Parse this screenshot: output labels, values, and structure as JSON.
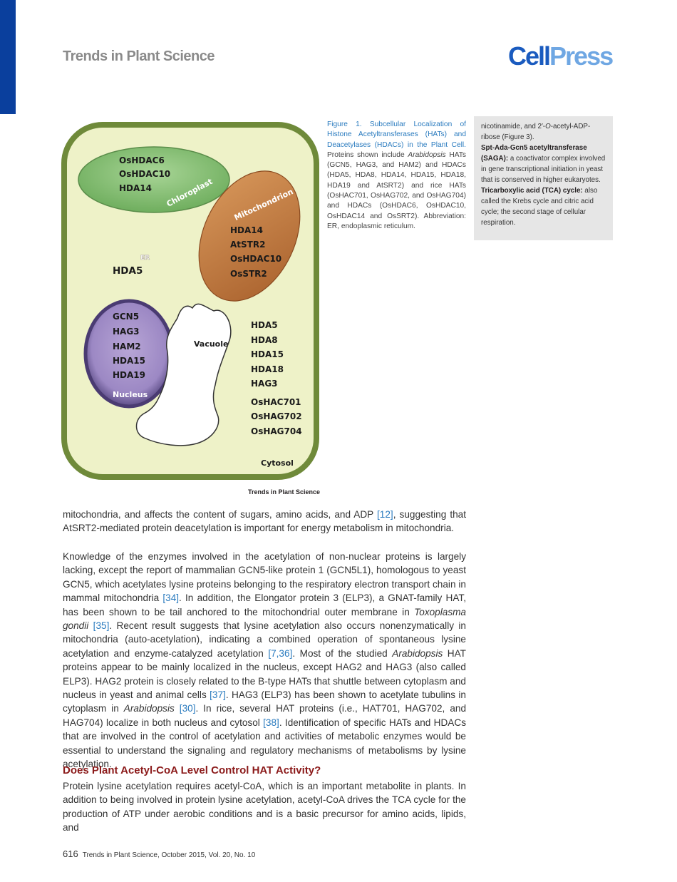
{
  "header": {
    "journal": "Trends in Plant Science",
    "logo_cell": "Cell",
    "logo_press": "Press"
  },
  "figure": {
    "chloroplast": {
      "items": [
        "OsHDAC6",
        "OsHDAC10",
        "HDA14"
      ],
      "label": "Chloroplast"
    },
    "mitochondrion": {
      "items": [
        "HDA14",
        "AtSTR2",
        "OsHDAC10",
        "OsSTR2"
      ],
      "label": "Mitochondrion"
    },
    "er": {
      "label": "ER",
      "item": "HDA5"
    },
    "nucleus": {
      "items": [
        "GCN5",
        "HAG3",
        "HAM2",
        "HDA15",
        "HDA19"
      ],
      "label": "Nucleus"
    },
    "vacuole": {
      "label": "Vacuole"
    },
    "cytosol": {
      "items_a": [
        "HDA5",
        "HDA8",
        "HDA15",
        "HDA18",
        "HAG3"
      ],
      "items_b": [
        "OsHAC701",
        "OsHAG702",
        "OsHAG704"
      ],
      "label": "Cytosol"
    },
    "source": "Trends in Plant Science",
    "colors": {
      "cell_wall": "#6f8a3a",
      "cytoplasm": "#eef2c8",
      "chloroplast": "#8cc27a",
      "mitochondrion": "#c47a3e",
      "nucleus": "#55457f"
    }
  },
  "caption": {
    "title": "Figure 1. Subcellular Localization of Histone Acetyltransferases (HATs) and Deacetylases (HDACs) in the Plant Cell.",
    "t1": "Proteins shown include ",
    "i1": "Arabidopsis",
    "t2": " HATs (GCN5, HAG3, and HAM2) and HDACs (HDA5, HDA8, HDA14, HDA15, HDA18, HDA19 and AtSRT2) and rice HATs (OsHAC701, OsHAG702, and OsHAG704) and HDACs (OsHDAC6, OsHDAC10, OsHDAC14 and OsSRT2). Abbreviation: ER, endoplasmic reticulum."
  },
  "glossary": {
    "g0_text": "nicotinamide, and 2′-",
    "g0_ital": "O",
    "g0_text2": "-acetyl-ADP-ribose (Figure 3).",
    "g1_term": "Spt-Ada-Gcn5 acetyltransferase (SAGA):",
    "g1_def": " a coactivator complex involved in gene transcriptional initiation in yeast that is conserved in higher eukaryotes.",
    "g2_term": "Tricarboxylic acid (TCA) cycle:",
    "g2_def": " also called the Krebs cycle and citric acid cycle; the second stage of cellular respiration."
  },
  "body": {
    "p1_a": "mitochondria, and affects the content of sugars, amino acids, and ADP ",
    "p1_r1": "[12]",
    "p1_b": ", suggesting that AtSRT2-mediated protein deacetylation is important for energy metabolism in mitochondria.",
    "p2_a": "Knowledge of the enzymes involved in the acetylation of non-nuclear proteins is largely lacking, except the report of mammalian GCN5-like protein 1 (GCN5L1), homologous to yeast GCN5, which acetylates lysine proteins belonging to the respiratory electron transport chain in mammal mitochondria ",
    "p2_r1": "[34]",
    "p2_b": ". In addition, the Elongator protein 3 (ELP3), a GNAT-family HAT, has been shown to be tail anchored to the mitochondrial outer membrane in ",
    "p2_i1": "Toxoplasma gondii",
    "p2_r2": "[35]",
    "p2_c": ". Recent result suggests that lysine acetylation also occurs nonenzymatically in mitochondria (auto-acetylation), indicating a combined operation of spontaneous lysine acetylation and enzyme-catalyzed acetylation ",
    "p2_r3": "[7,36]",
    "p2_d": ". Most of the studied ",
    "p2_i2": "Arabidopsis",
    "p2_e": " HAT proteins appear to be mainly localized in the nucleus, except HAG2 and HAG3 (also called ELP3). HAG2 protein is closely related to the B-type HATs that shuttle between cytoplasm and nucleus in yeast and animal cells ",
    "p2_r4": "[37]",
    "p2_f": ". HAG3 (ELP3) has been shown to acetylate tubulins in cytoplasm in ",
    "p2_i3": "Arabidopsis",
    "p2_r5": "[30]",
    "p2_g": ". In rice, several HAT proteins (i.e., HAT701, HAG702, and HAG704) localize in both nucleus and cytosol ",
    "p2_r6": "[38]",
    "p2_h": ". Identification of specific HATs and HDACs that are involved in the control of acetylation and activities of metabolic enzymes would be essential to understand the signaling and regulatory mechanisms of metabolisms by lysine acetylation.",
    "heading": "Does Plant Acetyl-CoA Level Control HAT Activity?",
    "p3": "Protein lysine acetylation requires acetyl-CoA, which is an important metabolite in plants. In addition to being involved in protein lysine acetylation, acetyl-CoA drives the TCA cycle for the production of ATP under aerobic conditions and is a basic precursor for amino acids, lipids, and"
  },
  "footer": {
    "page": "616",
    "citation": "Trends in Plant Science, October 2015, Vol. 20, No. 10"
  }
}
